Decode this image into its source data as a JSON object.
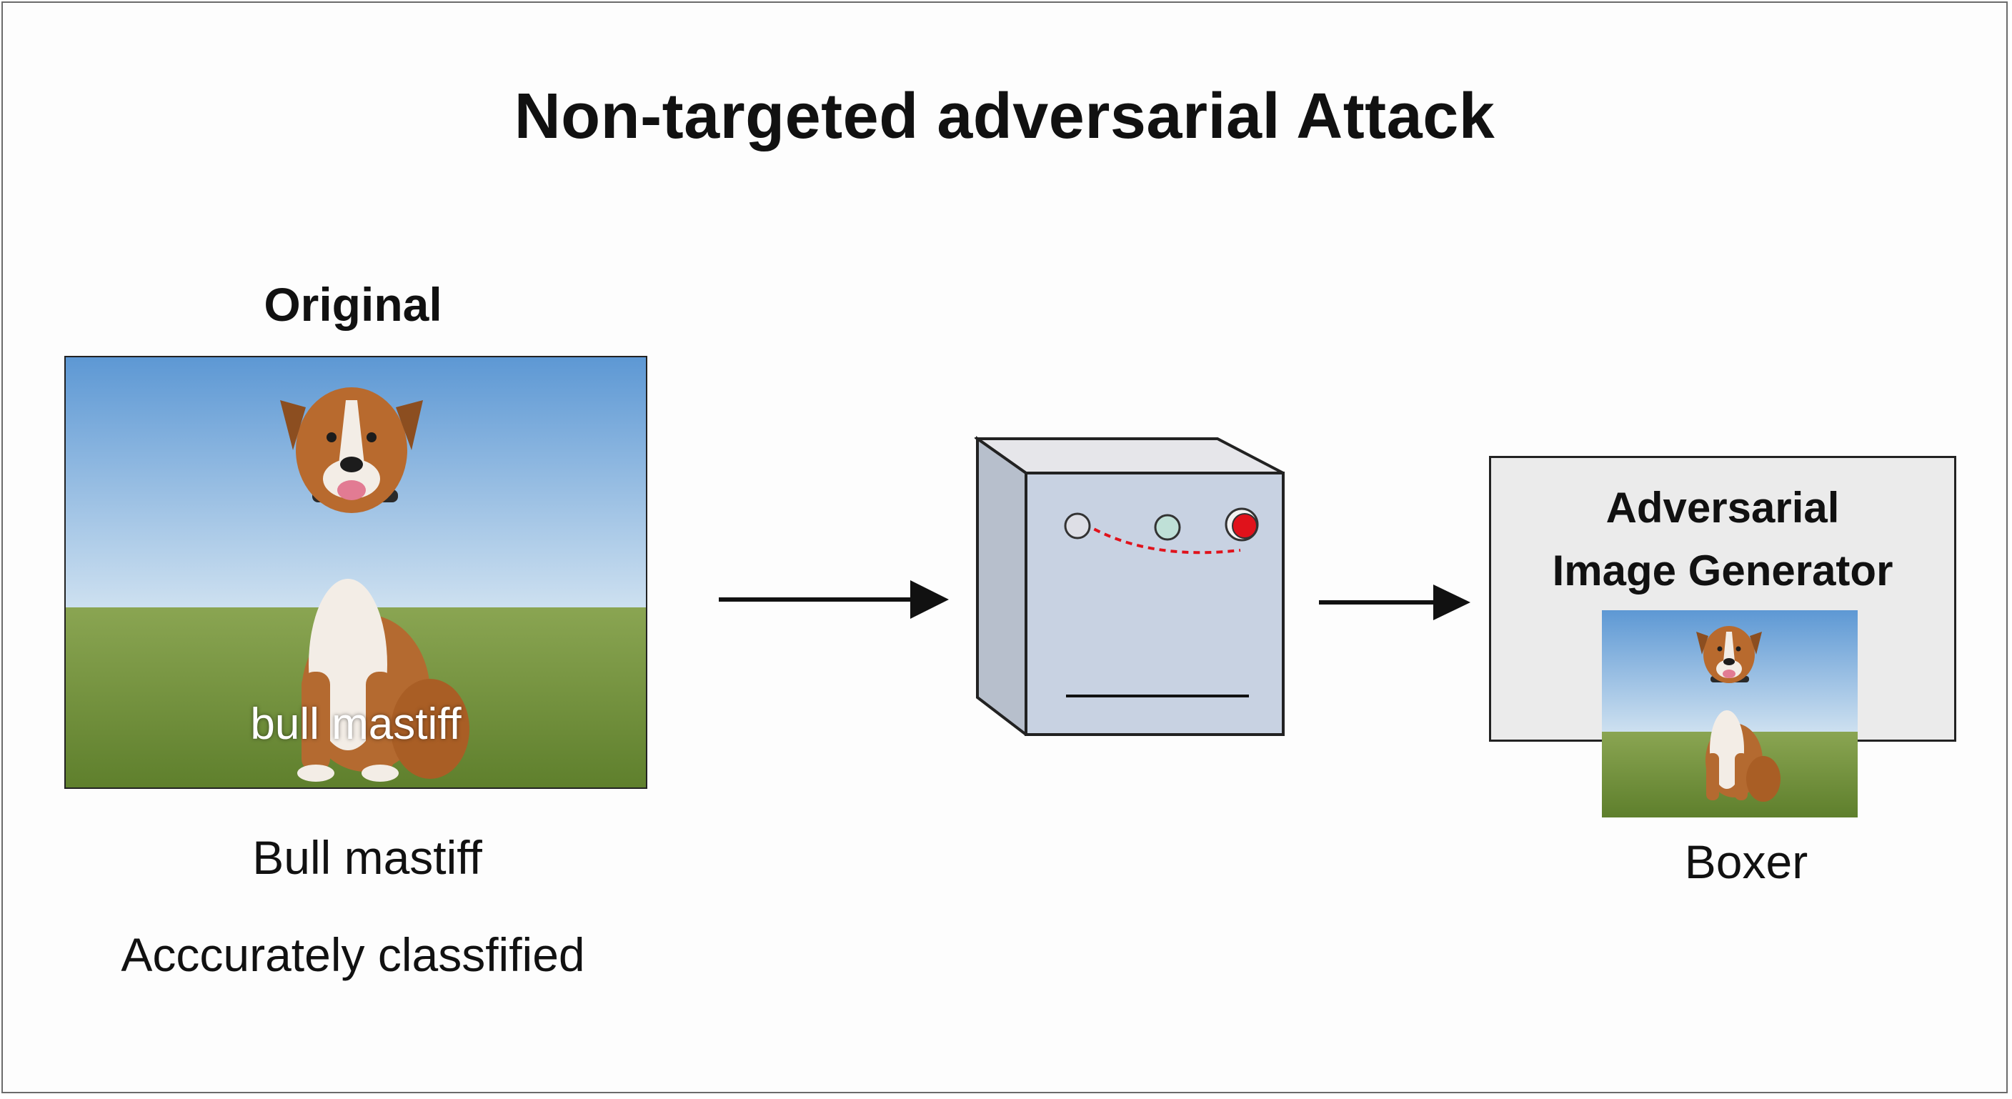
{
  "title": "Non-targeted adversarial Attack",
  "original": {
    "label": "Original",
    "overlay_text": "bull mastiff",
    "caption": "Bull mastiff",
    "status": "Acccurately classfified"
  },
  "generator": {
    "title_line1": "Adversarial",
    "title_line2": "Image Generator",
    "caption": "Boxer"
  },
  "icons": {
    "input_arrow": "arrow-right-icon",
    "model": "model-cube-icon",
    "output_arrow": "arrow-right-icon"
  },
  "colors": {
    "sky_top": "#5f9ad6",
    "sky_bottom": "#cfe2f2",
    "grass": "#6f8f3a",
    "dog_fur": "#b86a2e",
    "model_face": "#c8d2e2",
    "generator_bg": "#ebebeb",
    "accent_red": "#e0121b",
    "accent_teal": "#bfe0d7"
  }
}
